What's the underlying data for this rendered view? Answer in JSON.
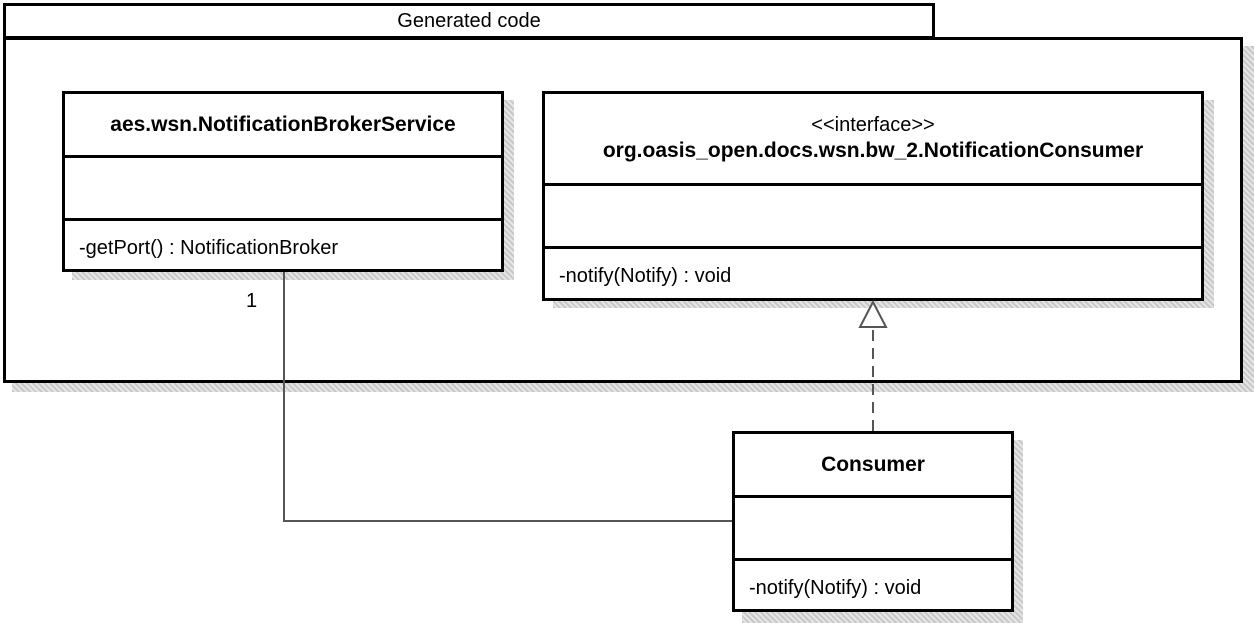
{
  "package": {
    "name": "Generated code"
  },
  "classes": {
    "broker_service": {
      "name": "aes.wsn.NotificationBrokerService",
      "operation": "-getPort() : NotificationBroker"
    },
    "consumer_interface": {
      "stereotype": "<<interface>>",
      "name": "org.oasis_open.docs.wsn.bw_2.NotificationConsumer",
      "operation": "-notify(Notify) : void"
    },
    "consumer": {
      "name": "Consumer",
      "operation": "-notify(Notify) : void"
    }
  },
  "relations": {
    "association": {
      "multiplicity": "1"
    },
    "realization": {
      "from": "Consumer",
      "to": "org.oasis_open.docs.wsn.bw_2.NotificationConsumer"
    }
  }
}
